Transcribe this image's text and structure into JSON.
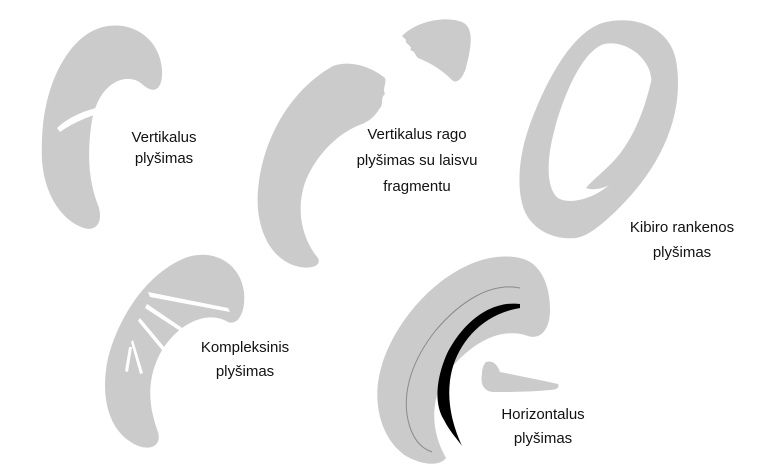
{
  "colors": {
    "meniscus_fill": "#cbcbcb",
    "tear_cut": "#ffffff",
    "tear_dark": "#000000",
    "outline": "#8a8a8a"
  },
  "diagrams": [
    {
      "id": "vertical",
      "label_lines": [
        "Vertikalus",
        "plyšimas"
      ]
    },
    {
      "id": "vertical-flap",
      "label_lines": [
        "Vertikalus rago",
        "plyšimas su laisvu",
        "fragmentu"
      ]
    },
    {
      "id": "bucket-handle",
      "label_lines": [
        "Kibiro rankenos",
        "plyšimas"
      ]
    },
    {
      "id": "complex",
      "label_lines": [
        "Kompleksinis",
        "plyšimas"
      ]
    },
    {
      "id": "horizontal",
      "label_lines": [
        "Horizontalus",
        "plyšimas"
      ]
    }
  ]
}
